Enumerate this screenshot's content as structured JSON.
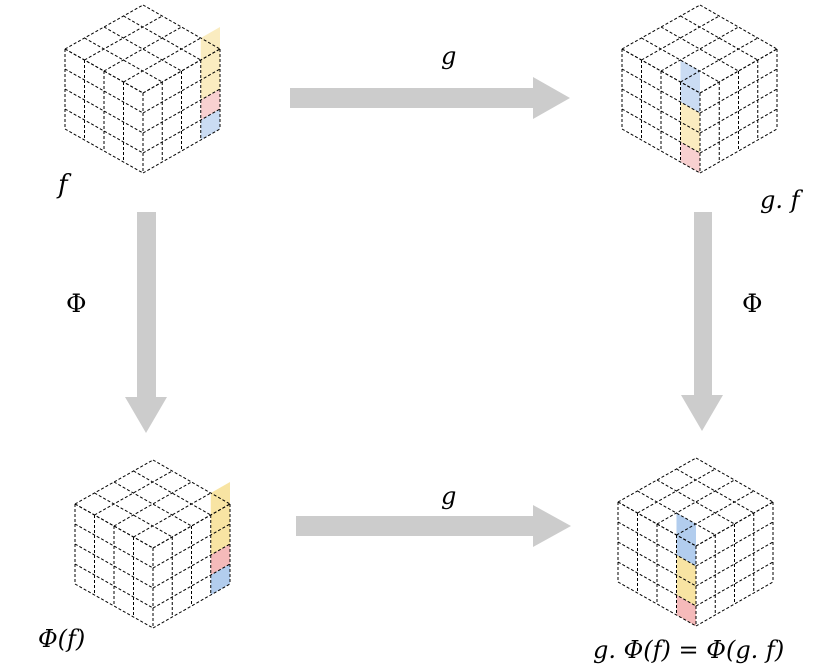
{
  "labels": {
    "f": "f",
    "g_f": "g. f",
    "phi_f": "Φ(f)",
    "equation": "g. Φ(f) = Φ(g. f)",
    "g_top": "g",
    "g_bottom": "g",
    "phi_left": "Φ",
    "phi_right": "Φ"
  },
  "colors": {
    "arrow": "#cccccc",
    "yellow": "#f6dd8c",
    "red": "#f2a9a9",
    "blue": "#9fc0ea",
    "grid": "#000000"
  },
  "cubes": [
    {
      "name": "cube-f",
      "column": "side",
      "cells": [
        "yellow",
        "yellow",
        "red",
        "blue"
      ],
      "opacity": 0.55
    },
    {
      "name": "cube-g-f",
      "column": "front",
      "cells": [
        "blue",
        "yellow",
        "yellow",
        "red"
      ],
      "opacity": 0.55
    },
    {
      "name": "cube-phi-f",
      "column": "side",
      "cells": [
        "yellow",
        "yellow",
        "red",
        "blue"
      ],
      "opacity": 0.8
    },
    {
      "name": "cube-g-phi-f",
      "column": "front",
      "cells": [
        "blue",
        "yellow",
        "yellow",
        "red"
      ],
      "opacity": 0.8
    }
  ]
}
